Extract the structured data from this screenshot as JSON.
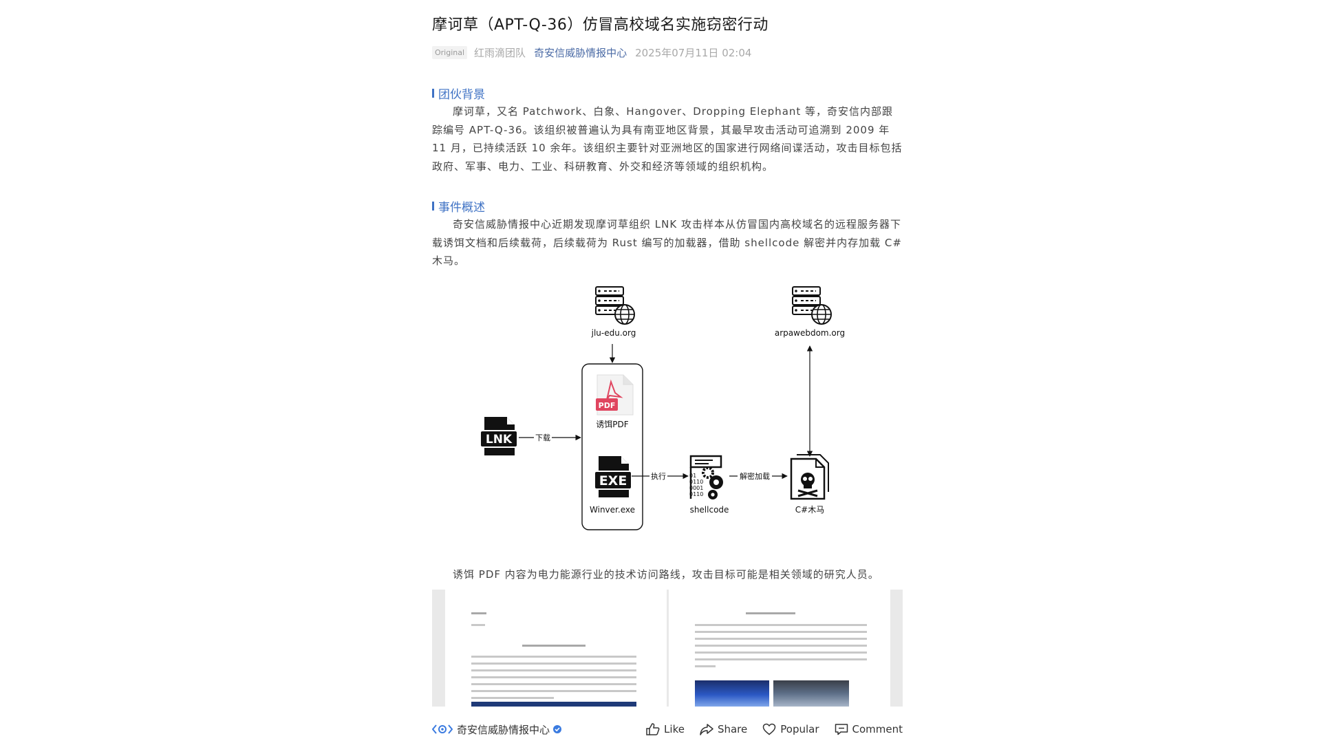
{
  "article": {
    "title": "摩诃草（APT-Q-36）仿冒高校域名实施窃密行动",
    "original_tag": "Original",
    "author": "红雨滴团队",
    "account": "奇安信威胁情报中心",
    "date": "2025年07月11日 02:04",
    "sections": [
      {
        "heading": "团伙背景",
        "text": "摩诃草，又名 Patchwork、白象、Hangover、Dropping Elephant 等，奇安信内部跟踪编号 APT-Q-36。该组织被普遍认为具有南亚地区背景，其最早攻击活动可追溯到 2009 年 11 月，已持续活跃 10 余年。该组织主要针对亚洲地区的国家进行网络间谍活动，攻击目标包括政府、军事、电力、工业、科研教育、外交和经济等领域的组织机构。"
      },
      {
        "heading": "事件概述",
        "text": "奇安信威胁情报中心近期发现摩诃草组织 LNK 攻击样本从仿冒国内高校域名的远程服务器下载诱饵文档和后续载荷，后续载荷为 Rust 编写的加载器，借助 shellcode 解密并内存加载 C# 木马。"
      }
    ],
    "caption": "诱饵 PDF 内容为电力能源行业的技术访问路线，攻击目标可能是相关领域的研究人员。"
  },
  "diagram": {
    "server1": "jlu-edu.org",
    "server2": "arpawebdom.org",
    "lnk_icon_text": "LNK",
    "pdf_icon_text": "PDF",
    "exe_icon_text": "EXE",
    "pdf_label": "诱饵PDF",
    "exe_label": "Winver.exe",
    "shellcode_label": "shellcode",
    "trojan_label": "C#木马",
    "edge_download": "下载",
    "edge_execute": "执行",
    "edge_decrypt_load": "解密加载",
    "binary_lines": [
      "01",
      "0110",
      "0001",
      "0110"
    ]
  },
  "footer": {
    "account": "奇安信威胁情报中心",
    "like": "Like",
    "share": "Share",
    "popular": "Popular",
    "comment": "Comment"
  },
  "colors": {
    "accent": "#3f72c4",
    "pdf_red": "#e0455f",
    "verified": "#3b7be0"
  }
}
